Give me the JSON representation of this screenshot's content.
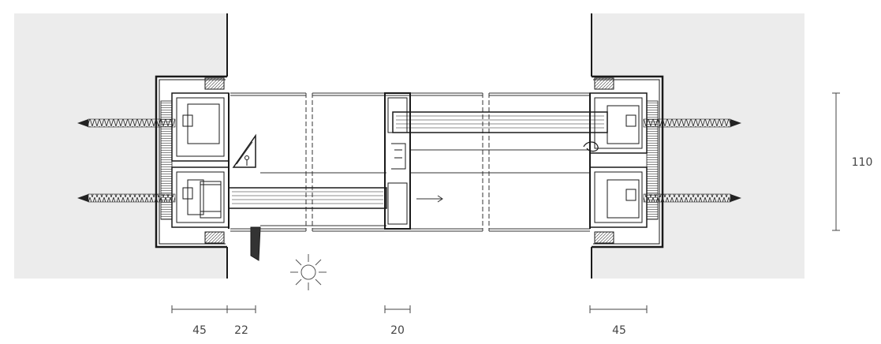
{
  "dimensions": {
    "left_frame": "45",
    "left_sash": "22",
    "middle_profile": "20",
    "right_frame": "45",
    "height": "110"
  },
  "colors": {
    "wall": "#ececec",
    "line": "#1a1a1a",
    "dimension": "#444444"
  },
  "icons": {
    "sun": "sun-icon",
    "direction": "arrow-right-icon"
  }
}
